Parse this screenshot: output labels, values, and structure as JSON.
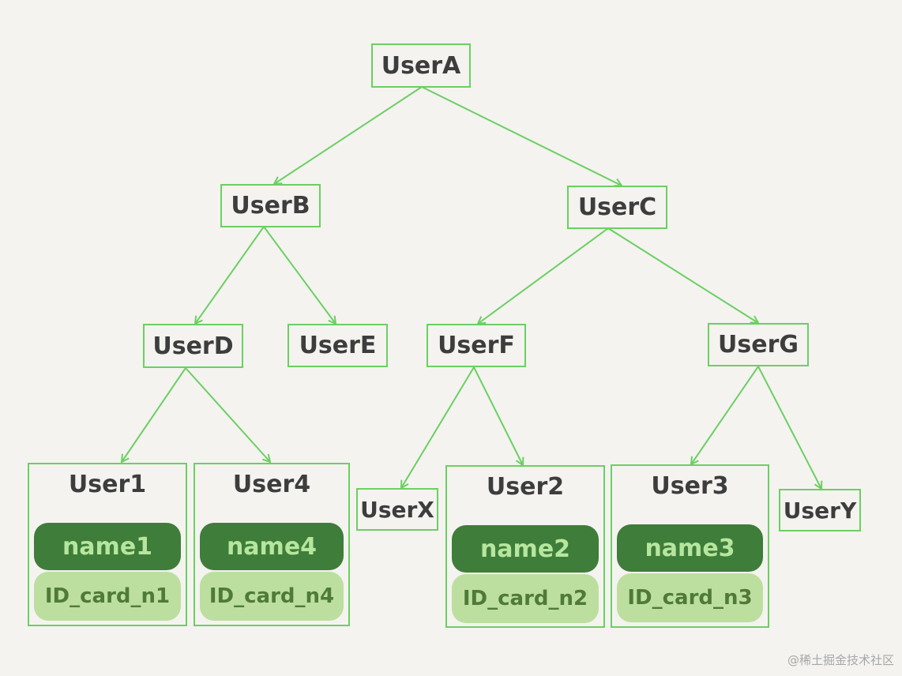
{
  "nodes": {
    "userA": "UserA",
    "userB": "UserB",
    "userC": "UserC",
    "userD": "UserD",
    "userE": "UserE",
    "userF": "UserF",
    "userG": "UserG",
    "userX": "UserX",
    "userY": "UserY"
  },
  "leaves": {
    "user1": {
      "title": "User1",
      "name": "name1",
      "id": "ID_card_n1"
    },
    "user4": {
      "title": "User4",
      "name": "name4",
      "id": "ID_card_n4"
    },
    "user2": {
      "title": "User2",
      "name": "name2",
      "id": "ID_card_n2"
    },
    "user3": {
      "title": "User3",
      "name": "name3",
      "id": "ID_card_n3"
    }
  },
  "watermark": "@稀土掘金技术社区",
  "colors": {
    "background": "#f4f3f0",
    "edge": "#6ccf62",
    "name_pill": "#3f7d3a",
    "id_pill": "#bcdf9f",
    "text": "#3d3d3d"
  }
}
